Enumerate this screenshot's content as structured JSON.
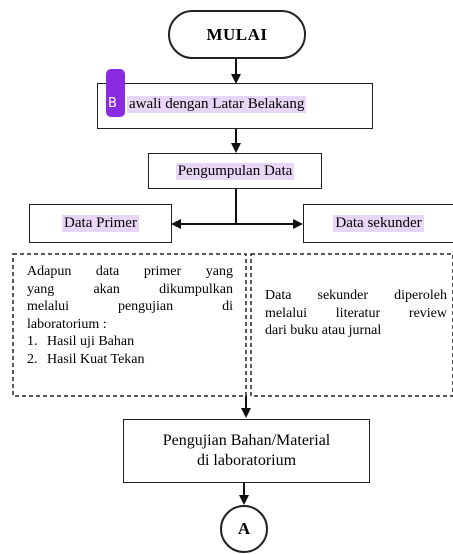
{
  "flow": {
    "start": "MULAI",
    "step1_badge": "B",
    "step1": "awali dengan Latar Belakang",
    "step2": "Pengumpulan Data",
    "primary": "Data Primer",
    "secondary": "Data sekunder",
    "primary_desc": {
      "line1": "Adapun data primer yang",
      "line2": "yang akan dikumpulkan",
      "line3": "melalui pengujian di",
      "line4": "laboratorium :",
      "items": [
        "Hasil uji Bahan",
        "Hasil Kuat Tekan"
      ]
    },
    "secondary_desc": {
      "line1": "Data sekunder diperoleh",
      "line2": "melalui literatur review",
      "line3": "dari buku atau jurnal"
    },
    "step3_line1": "Pengujian Bahan/Material",
    "step3_line2": "di laboratorium",
    "end": "A"
  },
  "colors": {
    "highlight": "#e9d6f6",
    "badge": "#8a2be2"
  }
}
